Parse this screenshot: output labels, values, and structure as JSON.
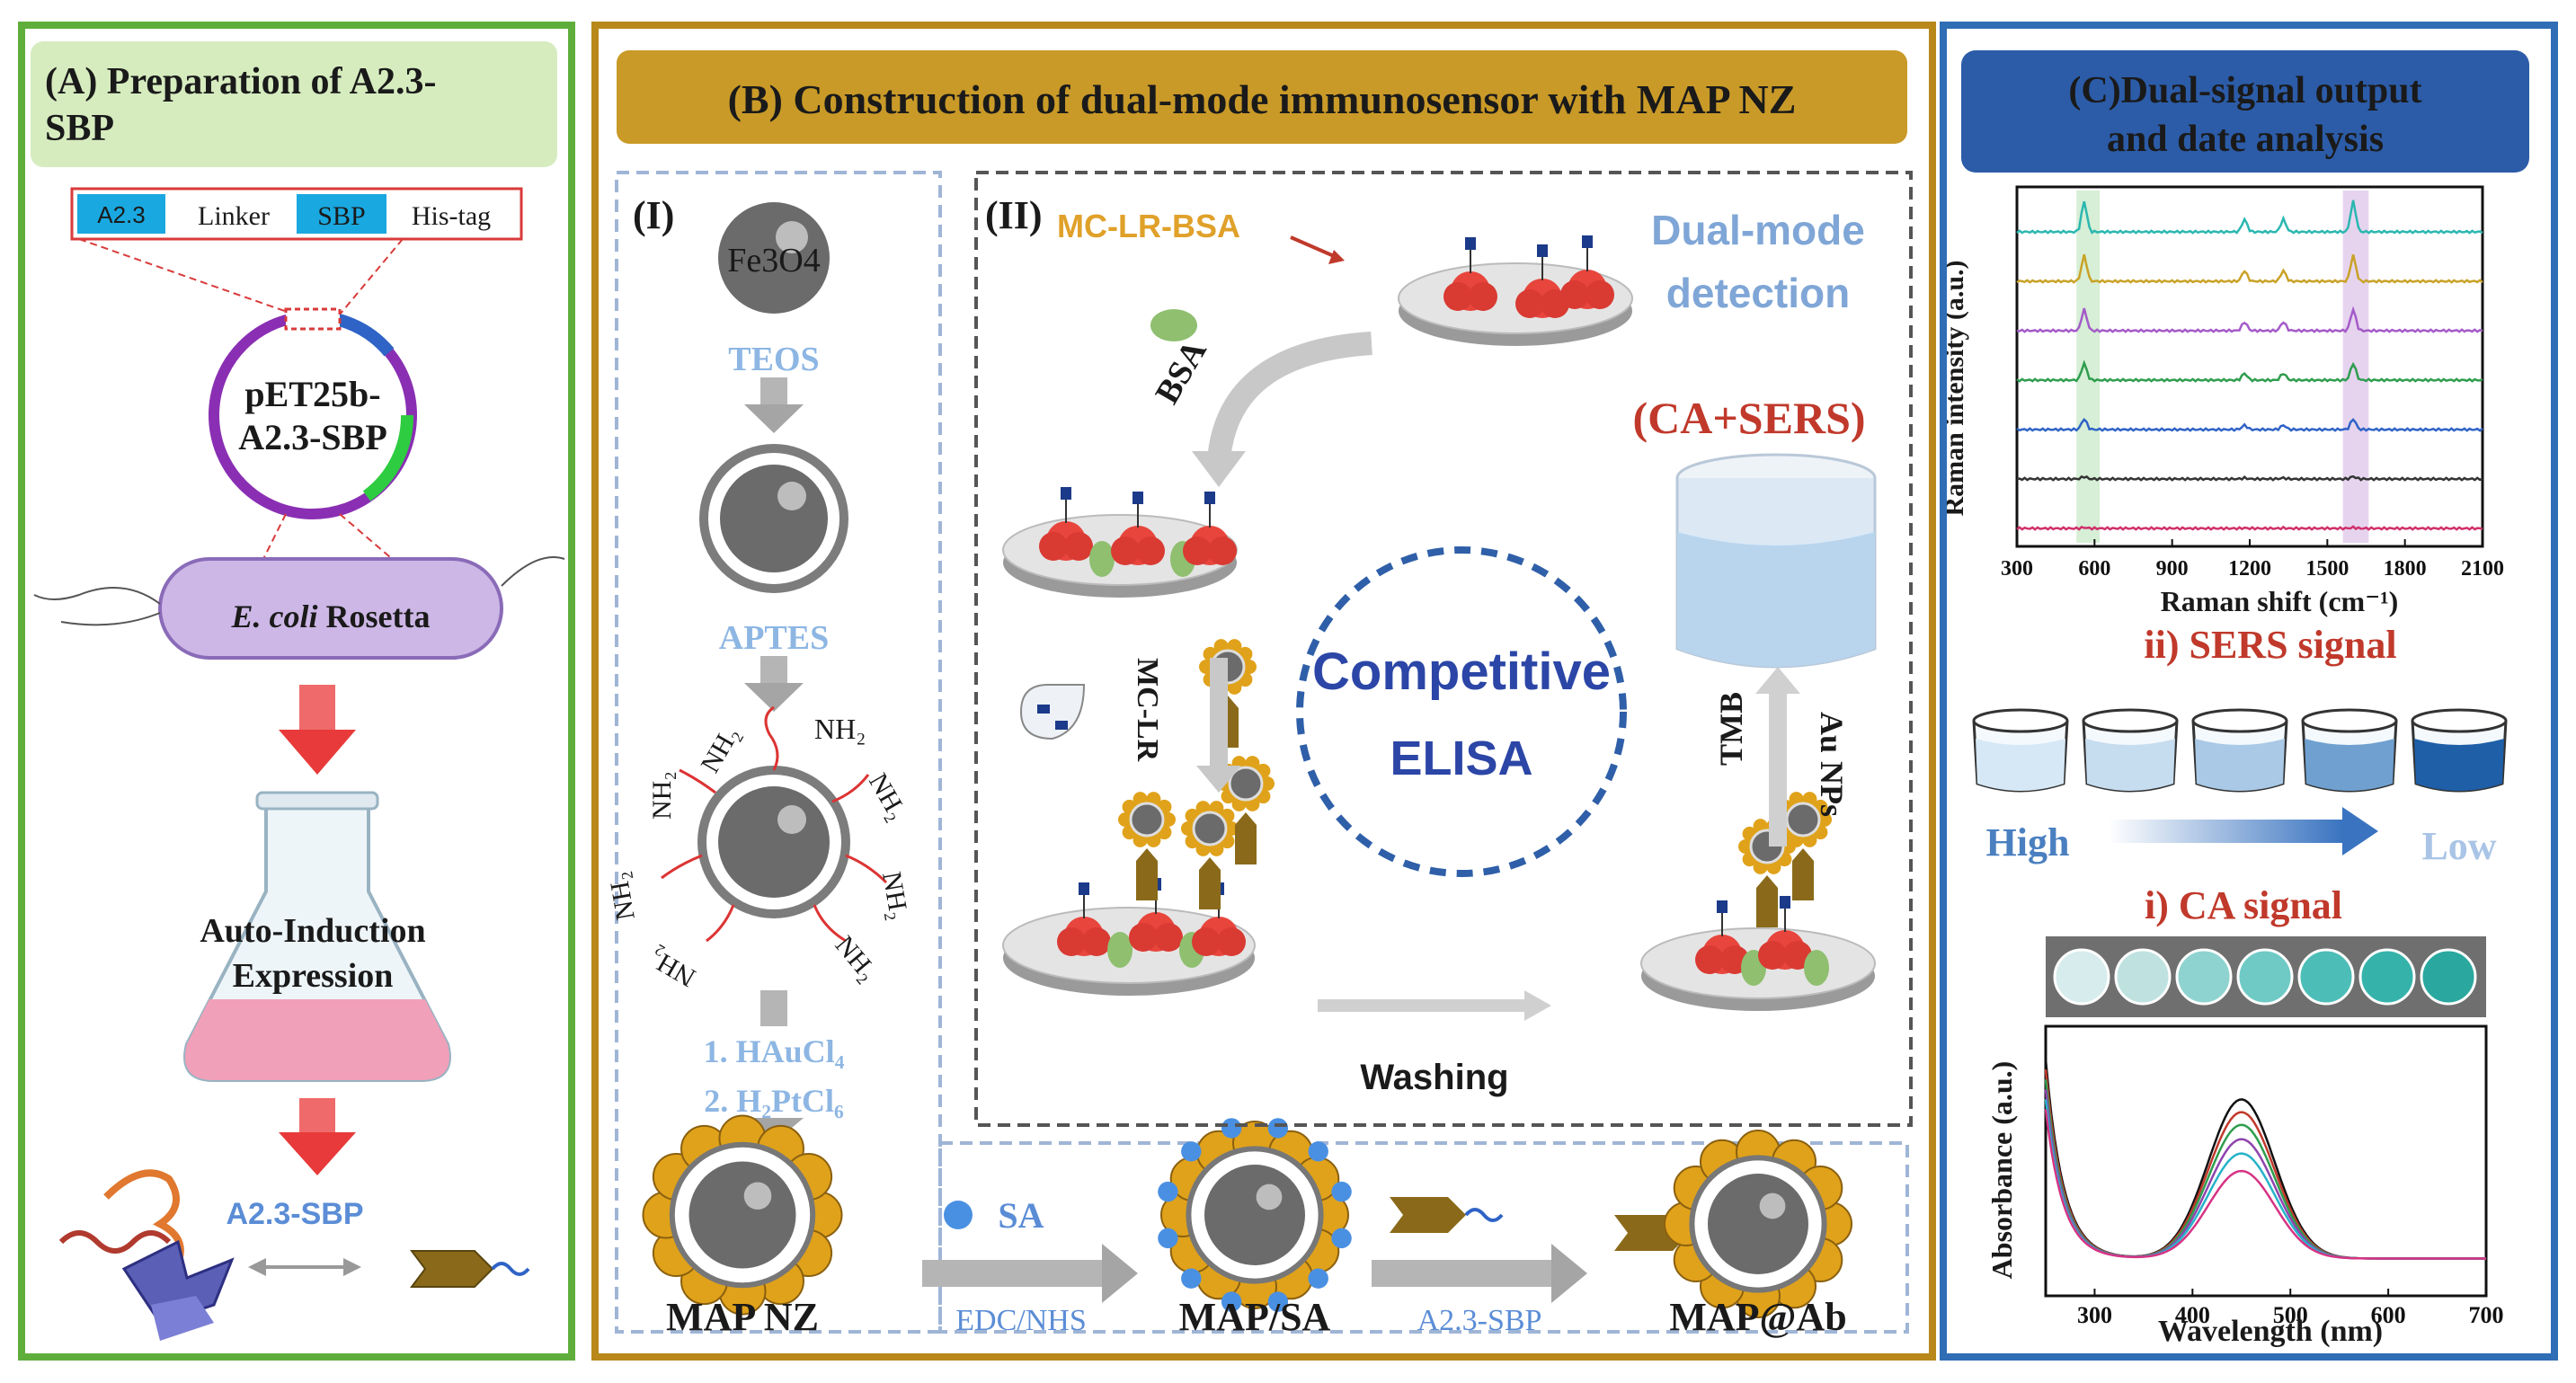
{
  "panel_a": {
    "title": "(A) Preparation of A2.3-SBP",
    "construct": [
      "A2.3",
      "Linker",
      "SBP",
      "His-tag"
    ],
    "plasmid": "pET25b-A2.3-SBP",
    "host": "E. coli Rosetta",
    "host_italic": "E. coli",
    "host_rest": "Rosetta",
    "expression": "Auto-Induction Expression",
    "product": "A2.3-SBP",
    "colors": {
      "a23": "#1aa8e0",
      "sbp": "#1aa8e0",
      "frame": "#d93a3a",
      "arrow": "#e83a3a"
    }
  },
  "panel_b": {
    "title": "(B) Construction of dual-mode immunosensor with MAP NZ",
    "sub1": "(I)",
    "sub2": "(II)",
    "core": "Fe3O4",
    "step_teos": "TEOS",
    "step_aptes": "APTES",
    "nh2": "NH2",
    "step_metal1": "1. HAuCl4",
    "step_metal2": "2. H2PtCl6",
    "map_nz": "MAP NZ",
    "sa": "SA",
    "edc": "EDC/NHS",
    "map_sa": "MAP/SA",
    "a23sbp": "A2.3-SBP",
    "map_ab": "MAP@Ab",
    "mc_lr_bsa": "MC-LR-BSA",
    "bsa": "BSA",
    "mc_lr": "MC-LR",
    "dual_mode": "Dual-mode detection",
    "ca_sers": "(CA+SERS)",
    "competitive": "Competitive",
    "elisa": "ELISA",
    "washing": "Washing",
    "tmb": "TMB",
    "au_nps": "Au NPs"
  },
  "panel_c": {
    "title": "(C)Dual-signal output and date analysis",
    "sers_label": "ii) SERS signal",
    "ca_label": "i) CA signal",
    "high": "High",
    "low": "Low"
  },
  "chart_data": [
    {
      "type": "line",
      "xlabel": "Raman shift (cm-1)",
      "ylabel": "Raman intensity (a.u.)",
      "xlim": [
        300,
        2100
      ],
      "x_ticks": [
        300,
        600,
        900,
        1200,
        1500,
        1800,
        2100
      ],
      "highlight_bands": [
        [
          530,
          620
        ],
        [
          1560,
          1660
        ]
      ],
      "peaks": [
        560,
        1180,
        1330,
        1600
      ],
      "series": [
        {
          "color": "#2bb7b0",
          "peak_height": 1.0
        },
        {
          "color": "#c9a227",
          "peak_height": 0.85
        },
        {
          "color": "#a45bc8",
          "peak_height": 0.7
        },
        {
          "color": "#2e9d4e",
          "peak_height": 0.55
        },
        {
          "color": "#2f63c6",
          "peak_height": 0.35
        },
        {
          "color": "#333333",
          "peak_height": 0.08
        },
        {
          "color": "#d0306a",
          "peak_height": 0.03
        }
      ]
    },
    {
      "type": "line",
      "xlabel": "Wavelength (nm)",
      "ylabel": "Absorbance (a.u.)",
      "xlim": [
        250,
        700
      ],
      "x_ticks": [
        300,
        400,
        500,
        600,
        700
      ],
      "peak_nm": 450,
      "series": [
        {
          "color": "#111111",
          "peak": 1.0
        },
        {
          "color": "#c0392b",
          "peak": 0.92
        },
        {
          "color": "#2e9d4e",
          "peak": 0.84
        },
        {
          "color": "#8e44ad",
          "peak": 0.75
        },
        {
          "color": "#27b3c9",
          "peak": 0.66
        },
        {
          "color": "#d63384",
          "peak": 0.55
        }
      ]
    }
  ]
}
